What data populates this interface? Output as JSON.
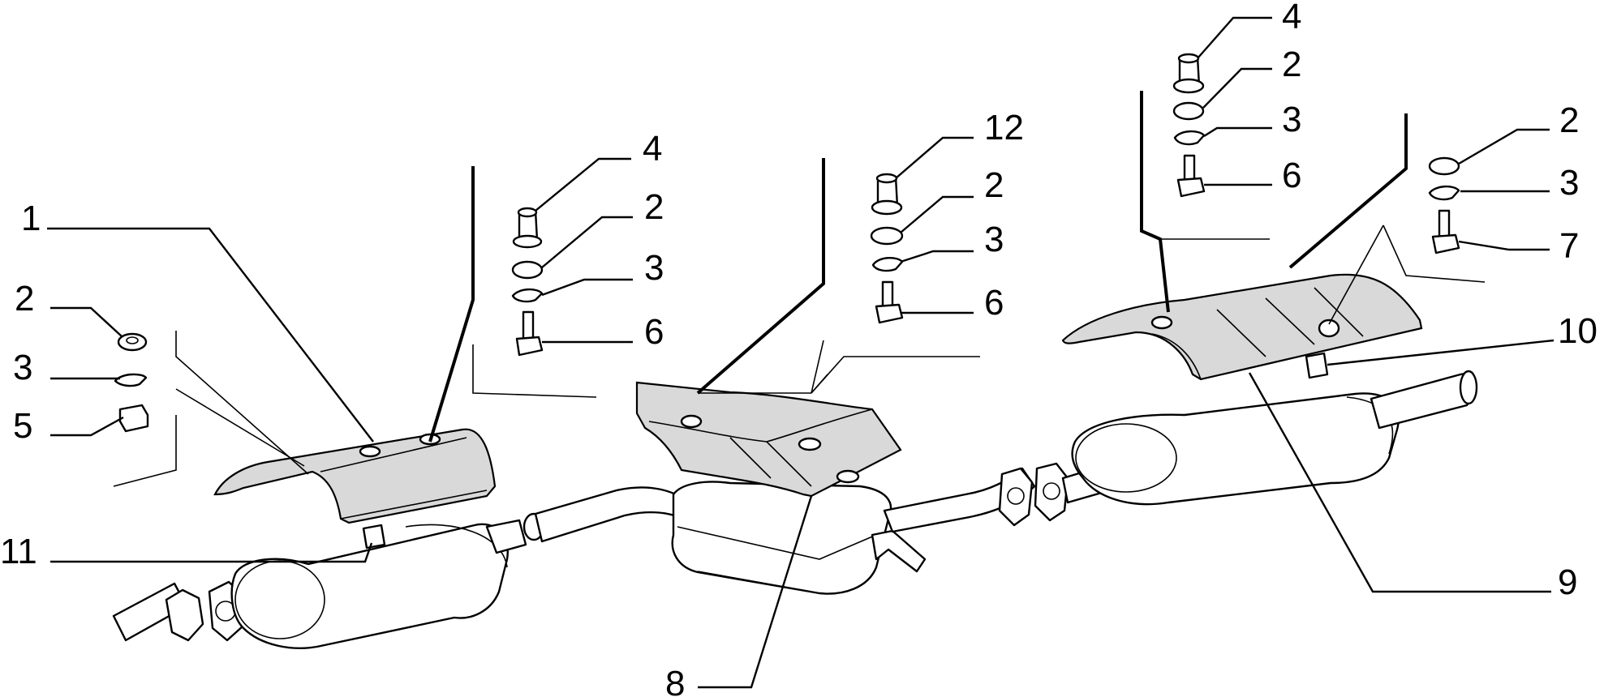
{
  "callouts": [
    {
      "id": "c1",
      "label": "1"
    },
    {
      "id": "c2a",
      "label": "2"
    },
    {
      "id": "c3a",
      "label": "3"
    },
    {
      "id": "c5",
      "label": "5"
    },
    {
      "id": "c11",
      "label": "11"
    },
    {
      "id": "c4a",
      "label": "4"
    },
    {
      "id": "c2b",
      "label": "2"
    },
    {
      "id": "c3b",
      "label": "3"
    },
    {
      "id": "c6a",
      "label": "6"
    },
    {
      "id": "c12",
      "label": "12"
    },
    {
      "id": "c2c",
      "label": "2"
    },
    {
      "id": "c3c",
      "label": "3"
    },
    {
      "id": "c6b",
      "label": "6"
    },
    {
      "id": "c8",
      "label": "8"
    },
    {
      "id": "c4b",
      "label": "4"
    },
    {
      "id": "c2d",
      "label": "2"
    },
    {
      "id": "c3d",
      "label": "3"
    },
    {
      "id": "c6c",
      "label": "6"
    },
    {
      "id": "c2e",
      "label": "2"
    },
    {
      "id": "c3e",
      "label": "3"
    },
    {
      "id": "c7",
      "label": "7"
    },
    {
      "id": "c10",
      "label": "10"
    },
    {
      "id": "c9",
      "label": "9"
    }
  ]
}
